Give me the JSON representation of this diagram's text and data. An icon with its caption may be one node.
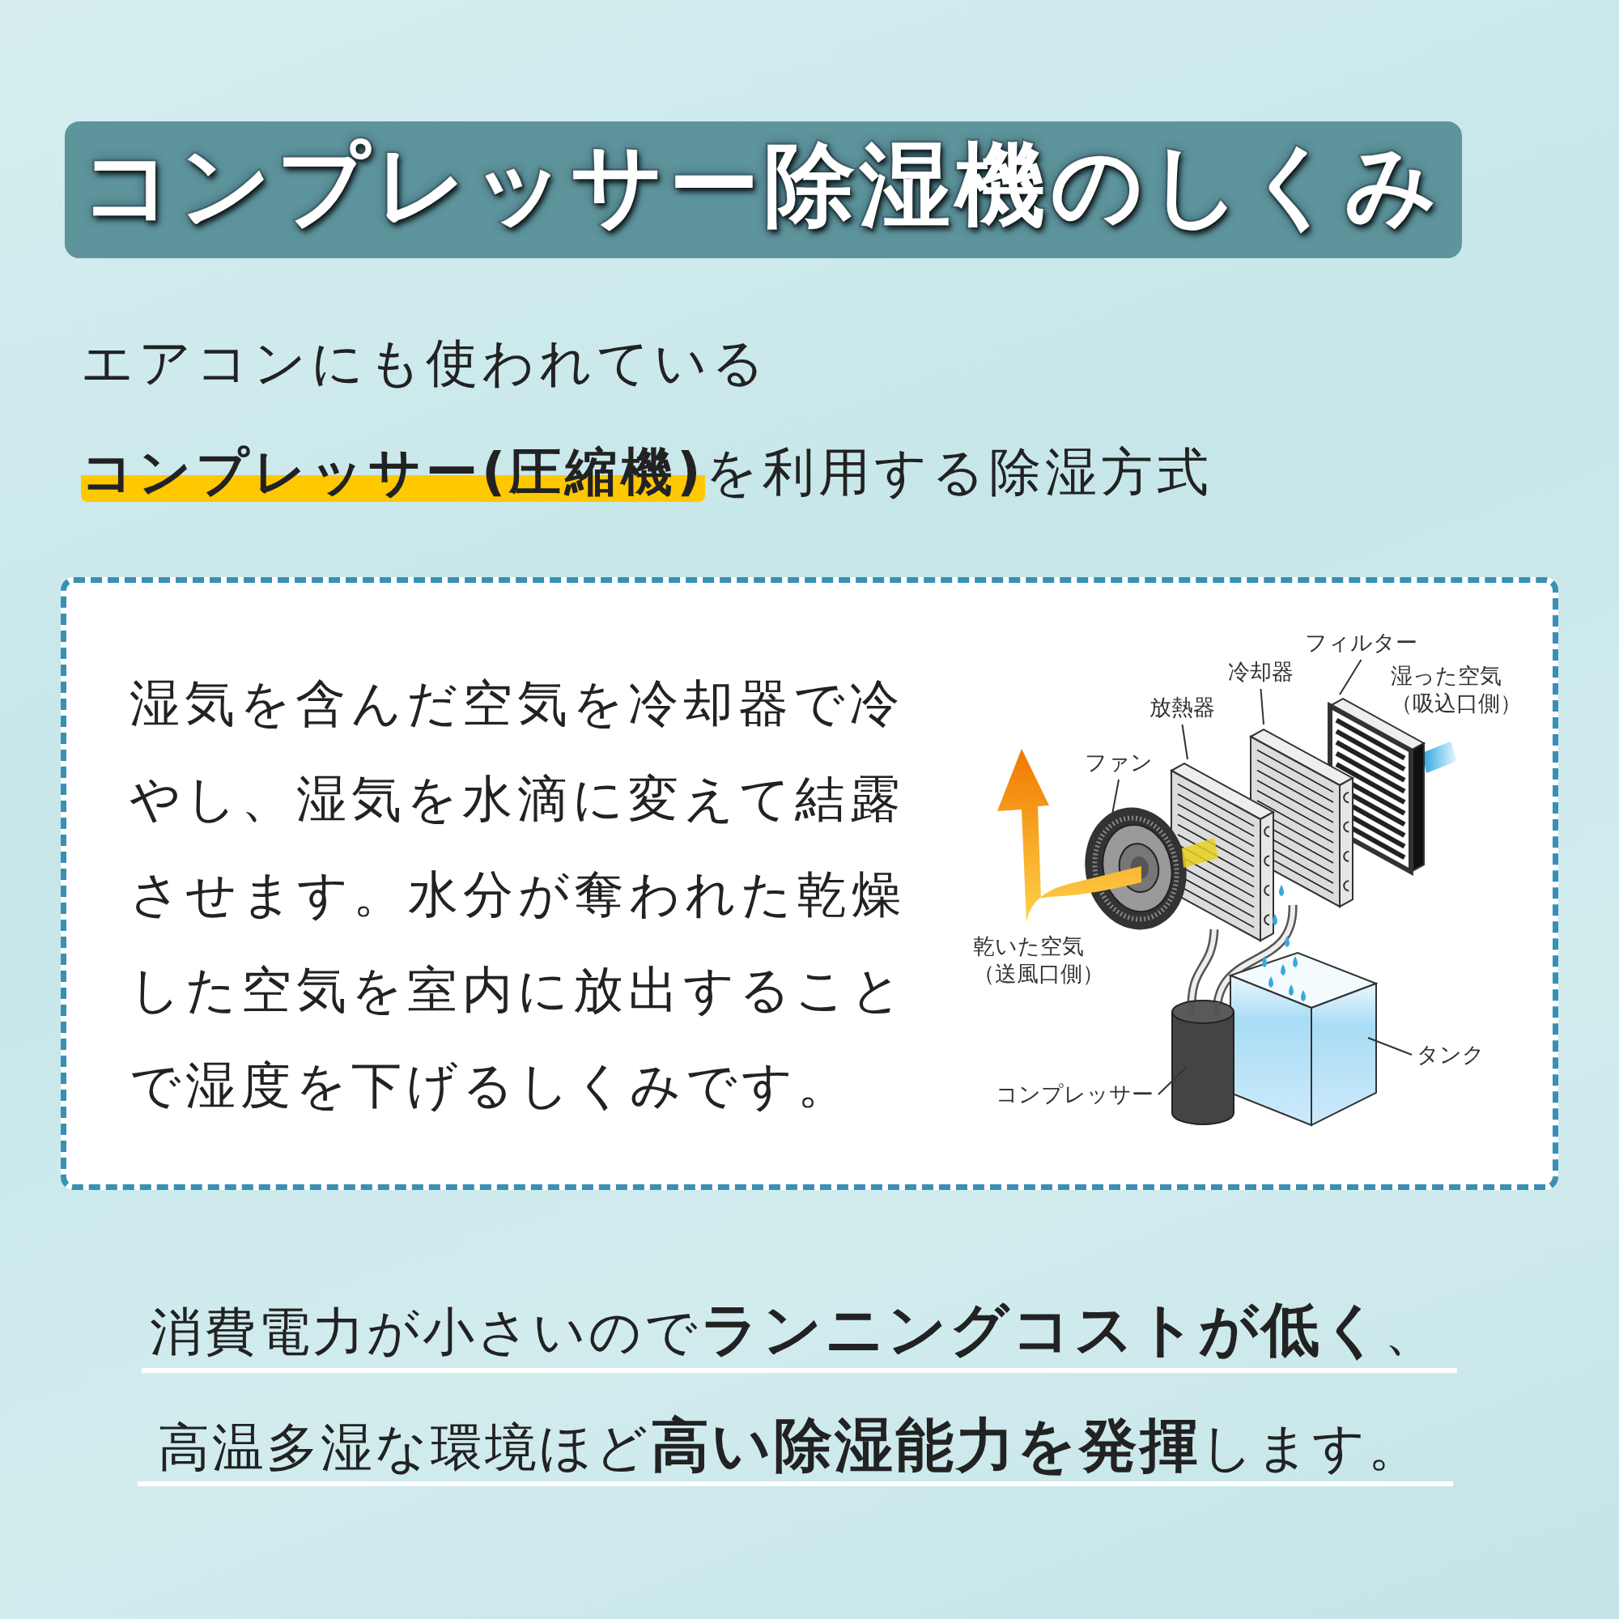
{
  "diagram": {
    "title": "コンプレッサー除湿機のしくみ",
    "nodes": [
      {
        "text": [
          "湿気を含んだ空気を冷却器で冷やし、湿気を水滴に変えて結露させます。水分が奪われた乾燥した空気を室内に放出することで湿度を下げるしくみです。"
        ]
      },
      {
        "text": [
          "フィルター"
        ],
        "in": 0
      },
      {
        "text": [
          "冷却器"
        ],
        "in": 0
      },
      {
        "text": [
          "放熱器"
        ],
        "in": 0
      },
      {
        "text": [
          "ファン"
        ],
        "in": 0
      },
      {
        "text": [
          "タンク"
        ],
        "in": 0
      },
      {
        "text": [
          "コンプレッサー"
        ],
        "in": 0
      }
    ],
    "edges": [
      {
        "from": 1,
        "to": null,
        "arrow": "none"
      },
      {
        "from": 2,
        "to": null,
        "arrow": "none"
      },
      {
        "from": 3,
        "to": null,
        "arrow": "none"
      },
      {
        "from": 4,
        "to": null,
        "arrow": "none"
      },
      {
        "from": 5,
        "to": null,
        "arrow": "none"
      },
      {
        "from": 6,
        "to": null,
        "arrow": "none"
      }
    ],
    "labels": [
      "エアコンにも使われている",
      "**コンプレッサー(圧縮機)**を利用する除湿方式",
      "湿った空気（吸込口側）",
      "乾いた空気（送風口側）",
      "消費電力が小さいので**ランニングコストが低く**、",
      "高温多湿な環境ほど**高い除湿能力を発揮**します。"
    ]
  }
}
